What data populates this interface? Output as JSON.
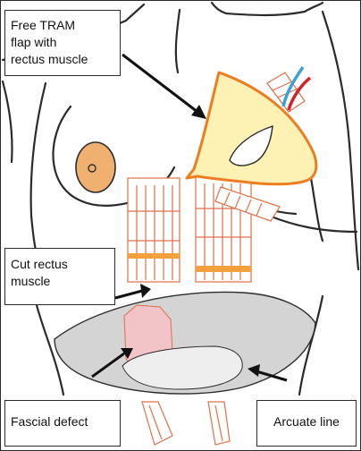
{
  "labels": {
    "flap": [
      "Free TRAM",
      "flap with",
      "rectus muscle"
    ],
    "cut": [
      "Cut rectus",
      "muscle"
    ],
    "fascial": [
      "Fascial defect"
    ],
    "arcuate": [
      "Arcuate line"
    ]
  },
  "colors": {
    "outline": "#2b2b2b",
    "flap_fill": "#fdf1b3",
    "flap_stroke": "#ee7d22",
    "muscle_stroke": "#e0704a",
    "muscle_band": "#f2a13c",
    "nipple": "#f0b070",
    "abdomen_fill": "#d4d4d4",
    "defect_fill": "#f2c3c7",
    "artery": "#d1232a",
    "vein": "#3aa0d8"
  }
}
